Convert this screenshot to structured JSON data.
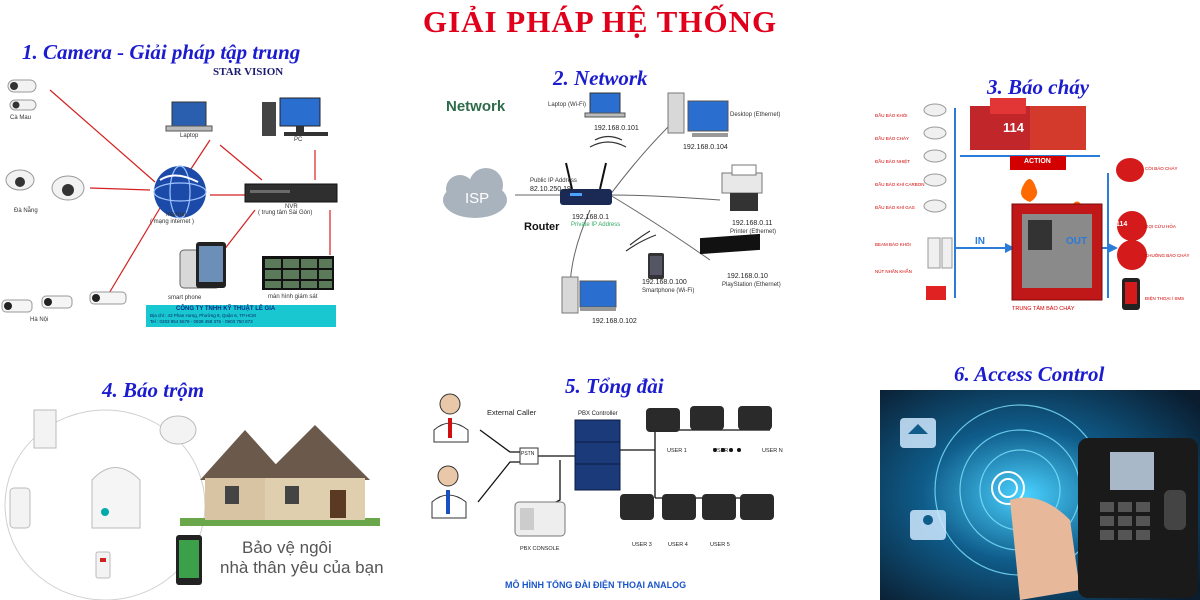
{
  "title": "GIẢI PHÁP HỆ THỐNG",
  "colors": {
    "title": "#e0001b",
    "section": "#1c1ccf",
    "accent_red": "#d40000",
    "network_green": "#2e6b4a"
  },
  "camera": {
    "heading": "1. Camera - Giải pháp tập trung",
    "brand": "STAR VISION",
    "loc_ca_mau": "Cà Mau",
    "loc_da_nang": "Đà Nẵng",
    "loc_ha_noi": "Hà Nội",
    "laptop": "Laptop",
    "pc": "PC",
    "internet": "Internet",
    "internet_sub": "( mạng internet )",
    "nvr": "NVR",
    "nvr_sub": "( trung tâm Sài Gòn)",
    "smartphone": "smart phone",
    "monitor": "màn hình giám sát",
    "company": "CÔNG TY TNHH KỸ THUẬT LÊ GIA",
    "address": "Địa chỉ : 43 Phan Hưng, Phường 9, Quận 6, TP.HCM",
    "phone": "Tel : 0283 954 5579 - 0938 458 375 - 0903 750 873"
  },
  "network": {
    "heading": "2. Network",
    "label": "Network",
    "isp": "ISP",
    "router": "Router",
    "public_ip_label": "Public IP Address",
    "public_ip": "82.10.250.19",
    "router_ip": "192.168.0.1",
    "private_ip_label": "Private IP Address",
    "laptop_label": "Laptop (Wi-Fi)",
    "laptop_ip": "192.168.0.101",
    "desktop_label": "Desktop (Ethernet)",
    "desktop_ip": "192.168.0.104",
    "printer_ip": "192.168.0.11",
    "printer_label": "Printer (Ethernet)",
    "phone_ip": "192.168.0.100",
    "phone_label": "Smartphone (Wi-Fi)",
    "ps_ip": "192.168.0.10",
    "ps_label": "PlayStation (Ethernet)",
    "pc2_ip": "192.168.0.102"
  },
  "fire": {
    "heading": "3. Báo cháy",
    "left_items": [
      "ĐẦU BÁO KHÓI",
      "ĐẦU BÁO CHÁY",
      "ĐẦU BÁO NHIỆT",
      "ĐẦU BÁO KHÍ CARBON",
      "ĐẦU BÁO KHÍ GAS",
      "BEAM BÁO KHÓI",
      "NÚT NHẤN KHẨN"
    ],
    "right_items": [
      "CÒI BÁO CHÁY",
      "GỌI CỨU HỎA",
      "CHUÔNG BÁO CHÁY",
      "ĐIỆN THOẠI / SMS"
    ],
    "in": "IN",
    "out": "OUT",
    "action": "ACTION",
    "center": "TRUNG TÂM BÁO CHÁY",
    "phone114": "114"
  },
  "alarm": {
    "heading": "4. Báo trộm",
    "slogan_line1": "Bảo vệ ngôi",
    "slogan_line2": "nhà thân yêu của bạn"
  },
  "pbx": {
    "heading": "5. Tổng đài",
    "external_caller": "External Caller",
    "pstn": "PSTN",
    "controller": "PBX Controller",
    "console": "PBX CONSOLE",
    "users_top": [
      "USER 1",
      "USER 2",
      "USER N"
    ],
    "users_bottom": [
      "USER 3",
      "USER 4",
      "USER 5"
    ],
    "caption": "MÔ HÌNH TỔNG ĐÀI ĐIỆN THOẠI ANALOG"
  },
  "access": {
    "heading": "6. Access Control"
  }
}
